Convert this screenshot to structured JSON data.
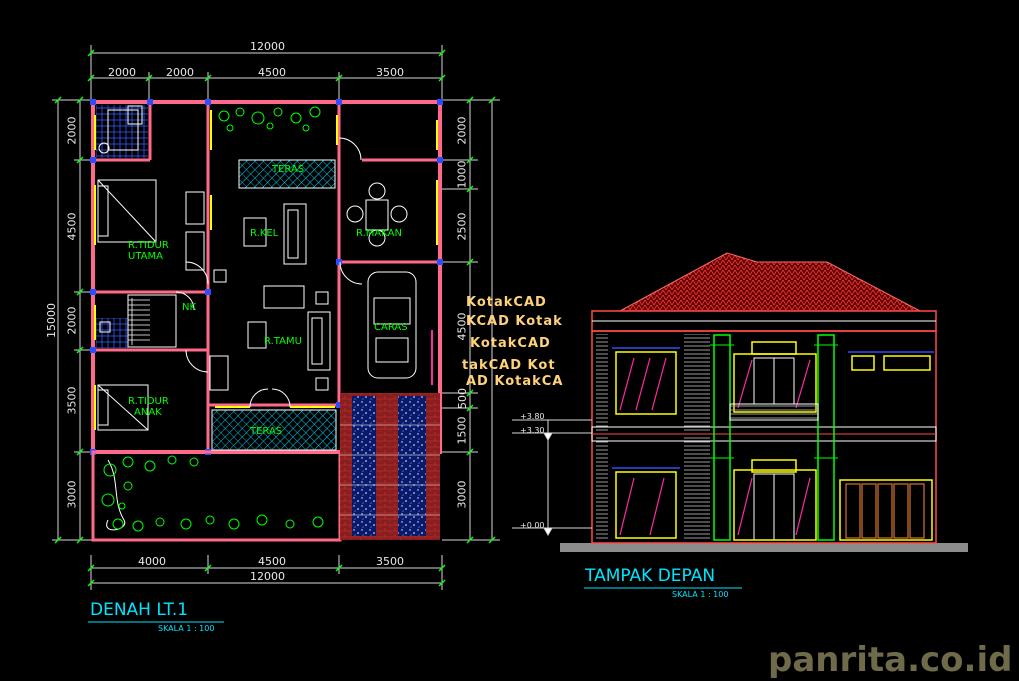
{
  "plan": {
    "title": "DENAH LT.1",
    "scale": "SKALA 1 : 100",
    "dims_top_total": "12000",
    "dims_top": [
      "2000",
      "2000",
      "4500",
      "3500"
    ],
    "dims_bottom": [
      "4000",
      "4500",
      "3500"
    ],
    "dims_bottom_total": "12000",
    "dims_left": [
      "2000",
      "4500",
      "2000",
      "3500",
      "3000"
    ],
    "dims_left_total": "15000",
    "dims_right": [
      "2000",
      "1000",
      "2500",
      "4500",
      "500",
      "1500",
      "3000"
    ],
    "rooms": {
      "teras_top": "TERAS",
      "r_kel": "R.KEL",
      "r_makan": "R.MAKAN",
      "r_tidur_utama_1": "R.TIDUR",
      "r_tidur_utama_2": "UTAMA",
      "nk": "NK",
      "caraps": "CARAS",
      "r_tamu": "R.TAMU",
      "r_tidur_anak_1": "R.TIDUR",
      "r_tidur_anak_2": "ANAK",
      "teras_bottom": "TERAS"
    }
  },
  "elevation": {
    "title": "TAMPAK DEPAN",
    "scale": "SKALA 1 : 100",
    "levels": [
      "+3.80",
      "+3.30",
      "+0.00"
    ]
  },
  "watermark": {
    "lines": [
      "KotakCAD",
      "KCAD Kotak",
      "KotakCAD",
      "takCAD Kot",
      "AD KotakCA"
    ]
  },
  "site": "panrita.co.id",
  "colors": {
    "wall": "#ff6a8a",
    "dim": "#e8e8e8",
    "yellow": "#ffff00",
    "green": "#00ff00",
    "cyan": "#00ffff",
    "red": "#ff2a2a",
    "blue": "#3060ff",
    "label_cyan": "#00e5ff"
  }
}
